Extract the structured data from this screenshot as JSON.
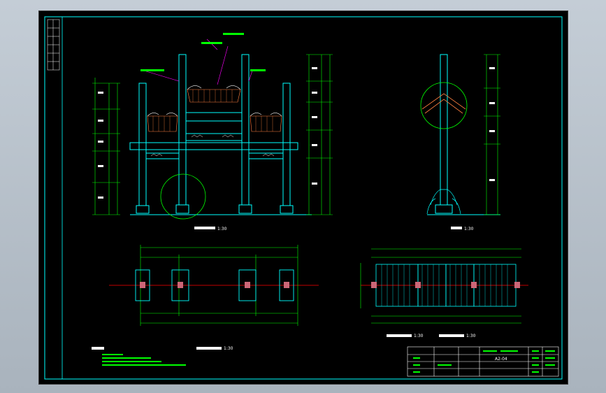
{
  "viewer": {
    "background_color": "#b7c1cb",
    "sheet_color": "#000000"
  },
  "drawing": {
    "views": [
      {
        "id": "front-elevation",
        "scale": "1:30"
      },
      {
        "id": "side-elevation",
        "scale": "1:30"
      },
      {
        "id": "foundation-plan",
        "scale": "1:30"
      },
      {
        "id": "roof-plan-left",
        "scale": "1:30"
      },
      {
        "id": "roof-plan-right",
        "scale": "1:30"
      }
    ],
    "title_block": {
      "drawing_number": "A2-04"
    },
    "colors": {
      "frame": "#00ffff",
      "dimension": "#00ff00",
      "leader": "#ff00ff",
      "hatch": "#ff8040",
      "axis": "#ff0000",
      "text": "#ffffff"
    }
  }
}
